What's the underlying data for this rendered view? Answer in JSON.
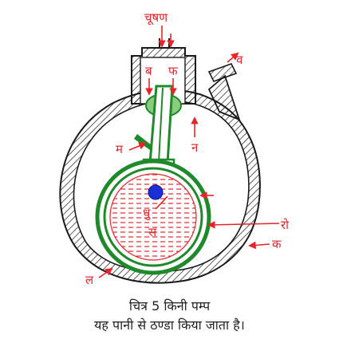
{
  "labels": {
    "suction": "चूषण",
    "b": "ब",
    "ph": "फ",
    "v": "व",
    "m": "म",
    "n": "न",
    "dhu": "धु",
    "s": "स",
    "ro": "रो",
    "k": "क",
    "l": "ल"
  },
  "caption": {
    "line1": "चित्र 5 किनी पम्प",
    "line2": "यह पानी से ठण्डा किया जाता है।"
  },
  "colors": {
    "outline": "#1a1a1a",
    "green": "#1f8a2a",
    "red": "#e8232a",
    "blue": "#1b2fd6",
    "light_green": "#8ccc7c"
  }
}
